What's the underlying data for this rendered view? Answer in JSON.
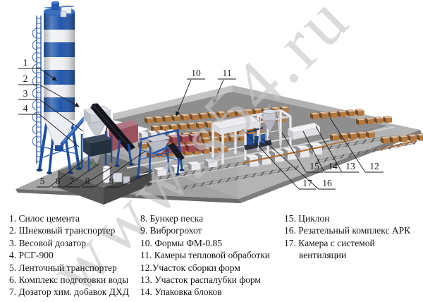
{
  "watermark": {
    "text": "www.s54.ru"
  },
  "diagram": {
    "title_visible": "",
    "callouts": [
      {
        "label": "1",
        "target": "cement-silo"
      },
      {
        "label": "2",
        "target": "screw-conveyor"
      },
      {
        "label": "3",
        "target": "weighing-doser"
      },
      {
        "label": "4",
        "target": "rsg-900-mixer"
      },
      {
        "label": "5",
        "target": "belt-conveyor"
      },
      {
        "label": "6",
        "target": "water-preparation"
      },
      {
        "label": "7",
        "target": "chemical-doser"
      },
      {
        "label": "8",
        "target": "sand-hopper"
      },
      {
        "label": "9",
        "target": "vibrating-screen"
      },
      {
        "label": "10",
        "target": "molds-fm-085"
      },
      {
        "label": "11",
        "target": "thermal-chambers"
      },
      {
        "label": "12",
        "target": "mold-assembly-area"
      },
      {
        "label": "13",
        "target": "mold-stripping-area"
      },
      {
        "label": "14",
        "target": "block-packaging"
      },
      {
        "label": "15",
        "target": "cyclone"
      },
      {
        "label": "16",
        "target": "ark-cutting-complex"
      },
      {
        "label": "17",
        "target": "ventilated-chamber"
      }
    ]
  },
  "legend": {
    "columns": [
      {
        "items": [
          "1. Силос цемента",
          "2. Шнековый транспортер",
          "3. Весовой дозатор",
          "4. РСГ-900",
          "5. Ленточный транспортер",
          "6. Комплекс подготовки воды",
          "7. Дозатор хим. добавок ДХД"
        ]
      },
      {
        "items": [
          "8. Бункер песка",
          "9. Виброгрохот",
          "10. Формы ФМ-0.85",
          "11. Камеры тепловой обработки",
          "12.Участок сборки форм",
          "13. Участок распалубки форм",
          "14. Упаковка блоков"
        ]
      },
      {
        "items": [
          "15. Циклон",
          "16. Резательный комплекс АРК",
          "17. Камера с системой вентиляции"
        ]
      }
    ]
  },
  "palette": {
    "silo_blue": "#2257ab",
    "equipment_blue": "#1e4d9e",
    "belt_black": "#14141c",
    "mold_tan": "#b5793d",
    "mold_red": "#a04850",
    "mold_white": "#e8e8ec",
    "floor_gray": "#adadad",
    "chamber_gray": "#8e8e8e",
    "wall_maroon": "#9a5260",
    "watermark_gray": "#c6c6c6",
    "ink": "#1a1a1a"
  }
}
